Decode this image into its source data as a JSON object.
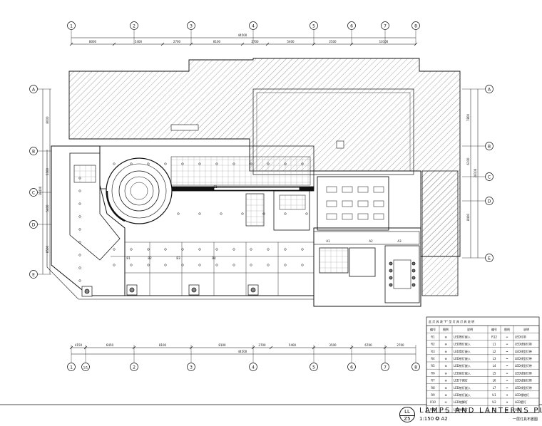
{
  "grid_top": [
    "1",
    "2",
    "3",
    "4",
    "5",
    "6",
    "7",
    "8"
  ],
  "grid_bottom": [
    "1",
    "1/1",
    "2",
    "3",
    "4",
    "5",
    "6",
    "7",
    "8"
  ],
  "grid_left": [
    "A",
    "B",
    "C",
    "D",
    "E"
  ],
  "grid_right": [
    "A",
    "B",
    "C",
    "D",
    "E"
  ],
  "dims_top": [
    "8000",
    "5400",
    "2700",
    "8100",
    "2700",
    "5400",
    "2500",
    "10100"
  ],
  "dims_top_total": "44500",
  "dims_bottom": [
    "4150",
    "6450",
    "8100",
    "8100",
    "2700",
    "5400",
    "3500",
    "6700",
    "2700"
  ],
  "dims_bottom_total": "44500",
  "dims_left": [
    "8000",
    "5500",
    "5400",
    "8500"
  ],
  "dims_left_total": "28400",
  "dims_right": [
    "7800",
    "6100",
    "8400"
  ],
  "dims_right_total": "28100",
  "room_labels": [
    "S1",
    "B1",
    "B2",
    "B3",
    "B4",
    "A1",
    "A2",
    "A3"
  ],
  "legend": {
    "title": "此 灯 具 表 \"F\" 型 灯 具 灯 具 说 明",
    "headers": [
      "编号",
      "图例",
      "说明",
      "编号",
      "图例",
      "说明"
    ],
    "rows": [
      [
        "R1",
        "⊕",
        "LED筒灯嵌入",
        "R12",
        "━",
        "LED灯带"
      ],
      [
        "R2",
        "⊕",
        "LED筒灯嵌入",
        "L1",
        "━",
        "LED线型灯带"
      ],
      [
        "R3",
        "⊕",
        "LED筒灯嵌入",
        "L2",
        "━",
        "LED线型灯带"
      ],
      [
        "R4",
        "⊕",
        "LED射灯嵌入",
        "L3",
        "━",
        "LED线型灯带"
      ],
      [
        "R5",
        "⊕",
        "LED射灯嵌入",
        "L4",
        "━",
        "LED线型灯带"
      ],
      [
        "R6",
        "⊕",
        "LED射灯嵌入",
        "L5",
        "━",
        "LED线型灯带"
      ],
      [
        "R7",
        "⊕",
        "LED下照灯",
        "L6",
        "━",
        "LED线型灯带"
      ],
      [
        "R8",
        "⊕",
        "LED射灯嵌入",
        "L7",
        "━",
        "LED线型灯带"
      ],
      [
        "R9",
        "⊕",
        "LED射灯嵌入",
        "U1",
        "✦",
        "LED埋地灯"
      ],
      [
        "R10",
        "✛",
        "LED地脚灯",
        "U2",
        "✦",
        "LED壁灯"
      ],
      [
        "R11",
        "✛",
        "LED地脚灯",
        "C1",
        "◉",
        "吊灯"
      ]
    ]
  },
  "title": {
    "badge_top": "LL",
    "badge_bottom": "Z5",
    "main": "LAMPS AND LANTERNS PLAN",
    "scale": "1:150 ✪ A2",
    "subtitle": "一层灯具布置图"
  }
}
